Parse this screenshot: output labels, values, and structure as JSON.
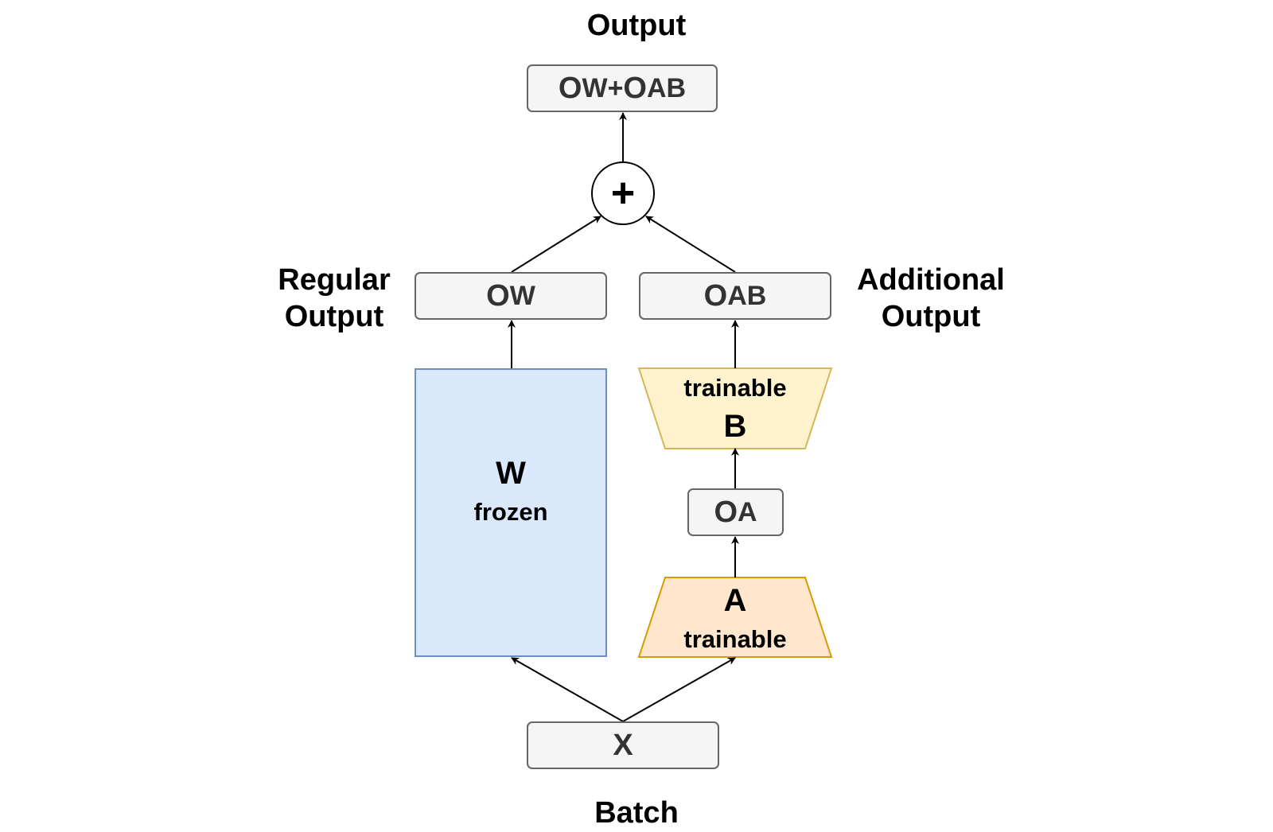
{
  "labels": {
    "output": "Output",
    "batch": "Batch",
    "regular_output": [
      "Regular",
      "Output"
    ],
    "additional_output": [
      "Additional",
      "Output"
    ]
  },
  "nodes": {
    "sum_output": {
      "o1": "O",
      "s1": "W",
      "plus": "+",
      "o2": "O",
      "s2": "AB"
    },
    "regular": {
      "o": "O",
      "s": "W"
    },
    "additional": {
      "o": "O",
      "s": "AB"
    },
    "intermediate": {
      "o": "O",
      "s": "A"
    },
    "input": "X",
    "sum_operator": "+"
  },
  "weights": {
    "w": {
      "name": "W",
      "state": "frozen",
      "fill": "#dae8fc",
      "stroke": "#6c8ebf"
    },
    "a": {
      "name": "A",
      "state": "trainable",
      "fill": "#ffe6cc",
      "stroke": "#d79b00"
    },
    "b": {
      "name": "B",
      "state": "trainable",
      "fill": "#fff2cc",
      "stroke": "#d6b656"
    }
  }
}
